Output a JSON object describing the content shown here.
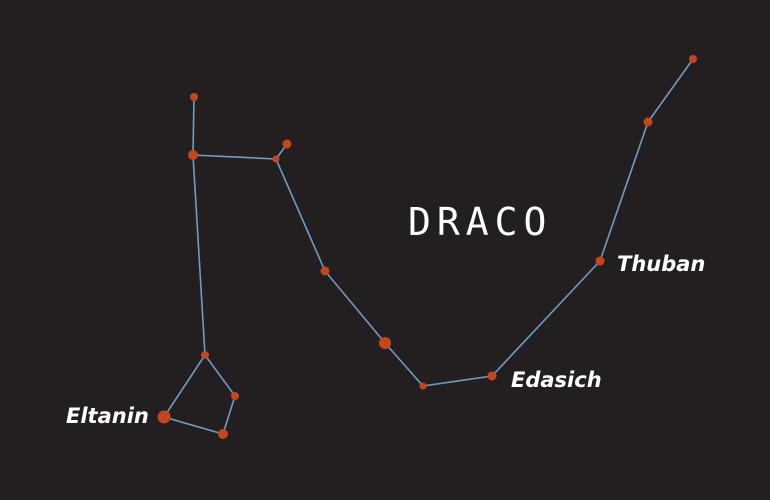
{
  "title": "DRACO",
  "labels": {
    "eltanin": "Eltanin",
    "edasich": "Edasich",
    "thuban": "Thuban"
  },
  "colors": {
    "background": "#231f20",
    "line": "#6e9cc4",
    "star": "#c4461c",
    "text": "#ffffff"
  }
}
